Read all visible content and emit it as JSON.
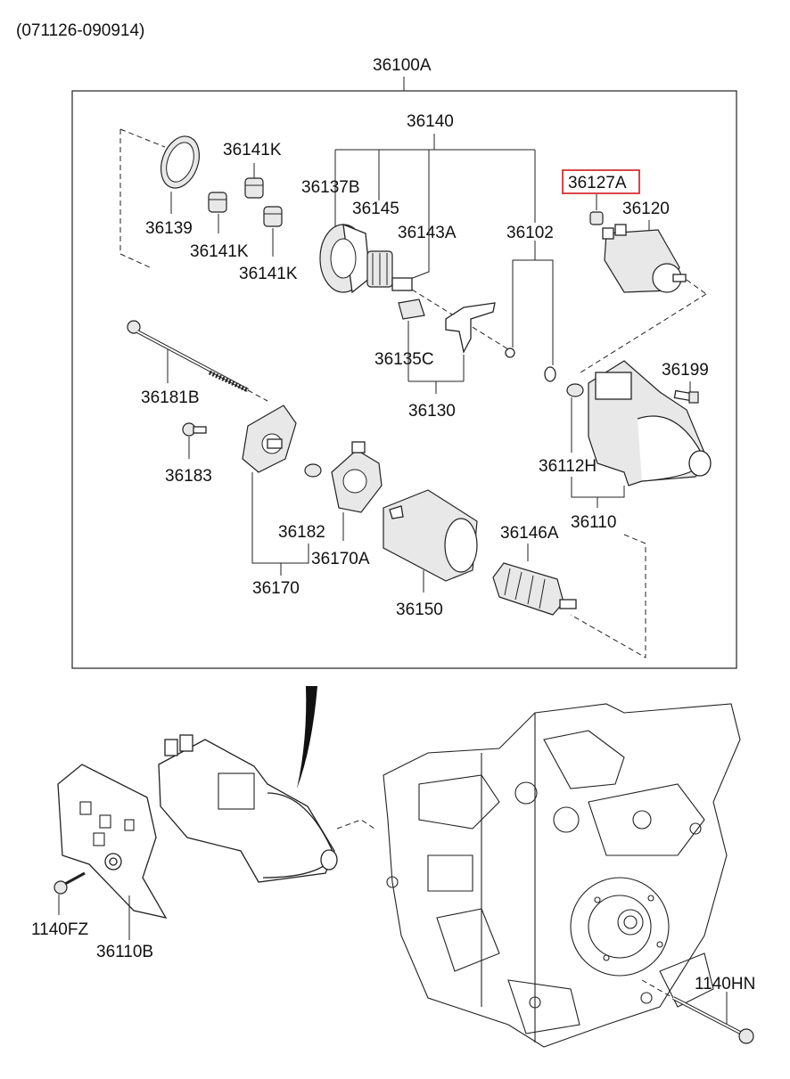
{
  "header_code": "(071126-090914)",
  "assembly_label": "36100A",
  "highlight_part": "36127A",
  "labels": {
    "p36140": "36140",
    "p36141K_a": "36141K",
    "p36137B": "36137B",
    "p36145": "36145",
    "p36143A": "36143A",
    "p36102": "36102",
    "p36127A": "36127A",
    "p36120": "36120",
    "p36139": "36139",
    "p36141K_b": "36141K",
    "p36141K_c": "36141K",
    "p36135C": "36135C",
    "p36130": "36130",
    "p36199": "36199",
    "p36181B": "36181B",
    "p36183": "36183",
    "p36112H": "36112H",
    "p36182": "36182",
    "p36170A": "36170A",
    "p36110": "36110",
    "p36146A": "36146A",
    "p36170": "36170",
    "p36150": "36150",
    "p1140FZ": "1140FZ",
    "p36110B": "36110B",
    "p1140HN": "1140HN"
  }
}
